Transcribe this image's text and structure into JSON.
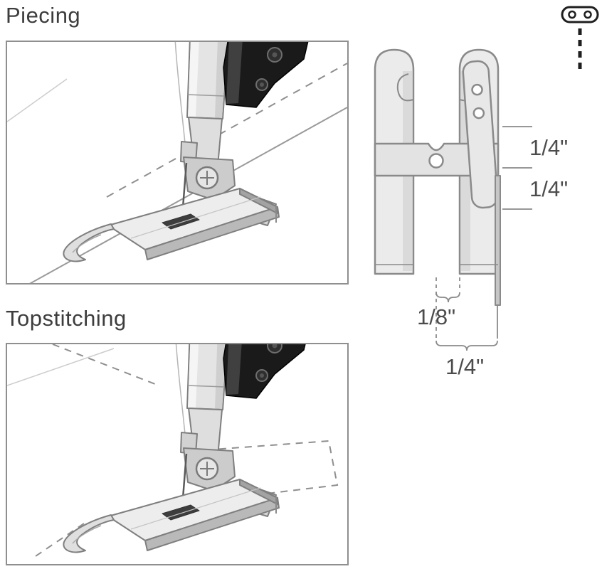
{
  "page": {
    "title": "Quarter inch presser foot diagram",
    "background": "#ffffff"
  },
  "sections": {
    "piecing": {
      "label": "Piecing"
    },
    "topstitching": {
      "label": "Topstitching"
    }
  },
  "front_view": {
    "dims": {
      "upper_right": "1/4\"",
      "lower_right": "1/4\"",
      "needle_to_inner_edge": "1/8\"",
      "needle_to_guide": "1/4\""
    }
  },
  "icons": {
    "screw": "screw-top-view-icon"
  },
  "colors": {
    "line_gray": "#8f8f8f",
    "dark": "#1f1f1f",
    "metal_light": "#ededed",
    "metal_mid": "#cccccc",
    "metal_dark": "#b9b9b9",
    "text": "#3d3d3d"
  }
}
